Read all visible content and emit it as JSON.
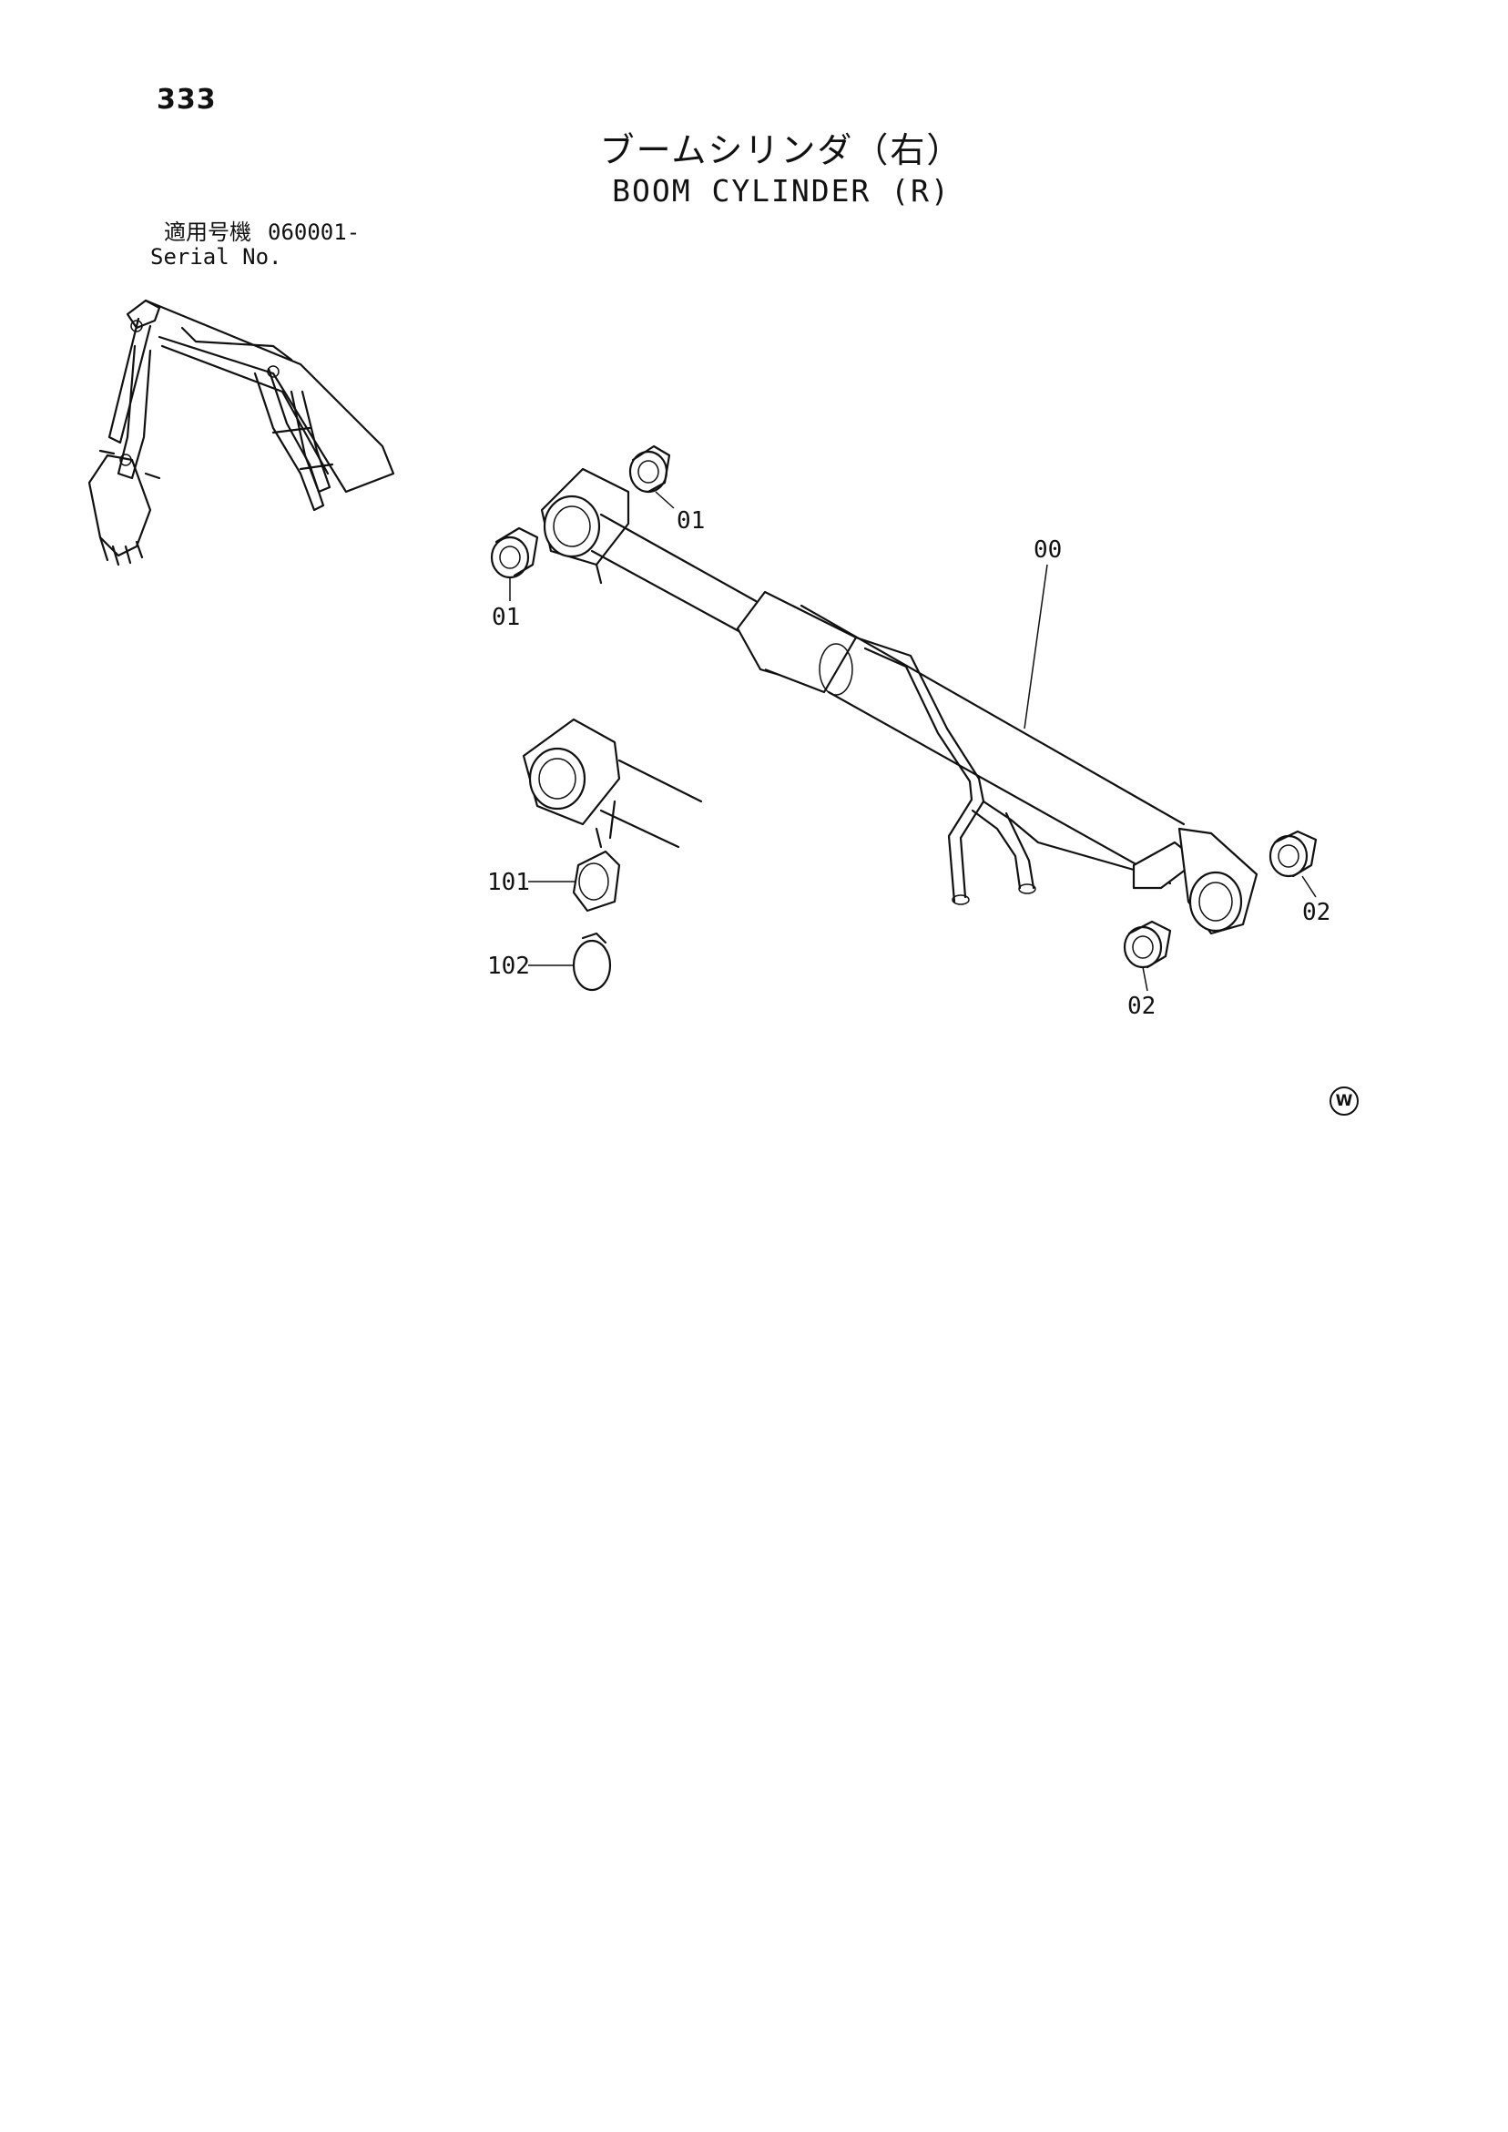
{
  "page_number": "333",
  "title_jp": "ブームシリンダ（右）",
  "title_en": "BOOM CYLINDER (R)",
  "serial": {
    "label_jp": "適用号機",
    "value": "060001-",
    "label_en": "Serial No."
  },
  "callouts": {
    "c00": "00",
    "c01a": "01",
    "c01b": "01",
    "c02a": "02",
    "c02b": "02",
    "c101": "101",
    "c102": "102"
  },
  "symbol": "W"
}
